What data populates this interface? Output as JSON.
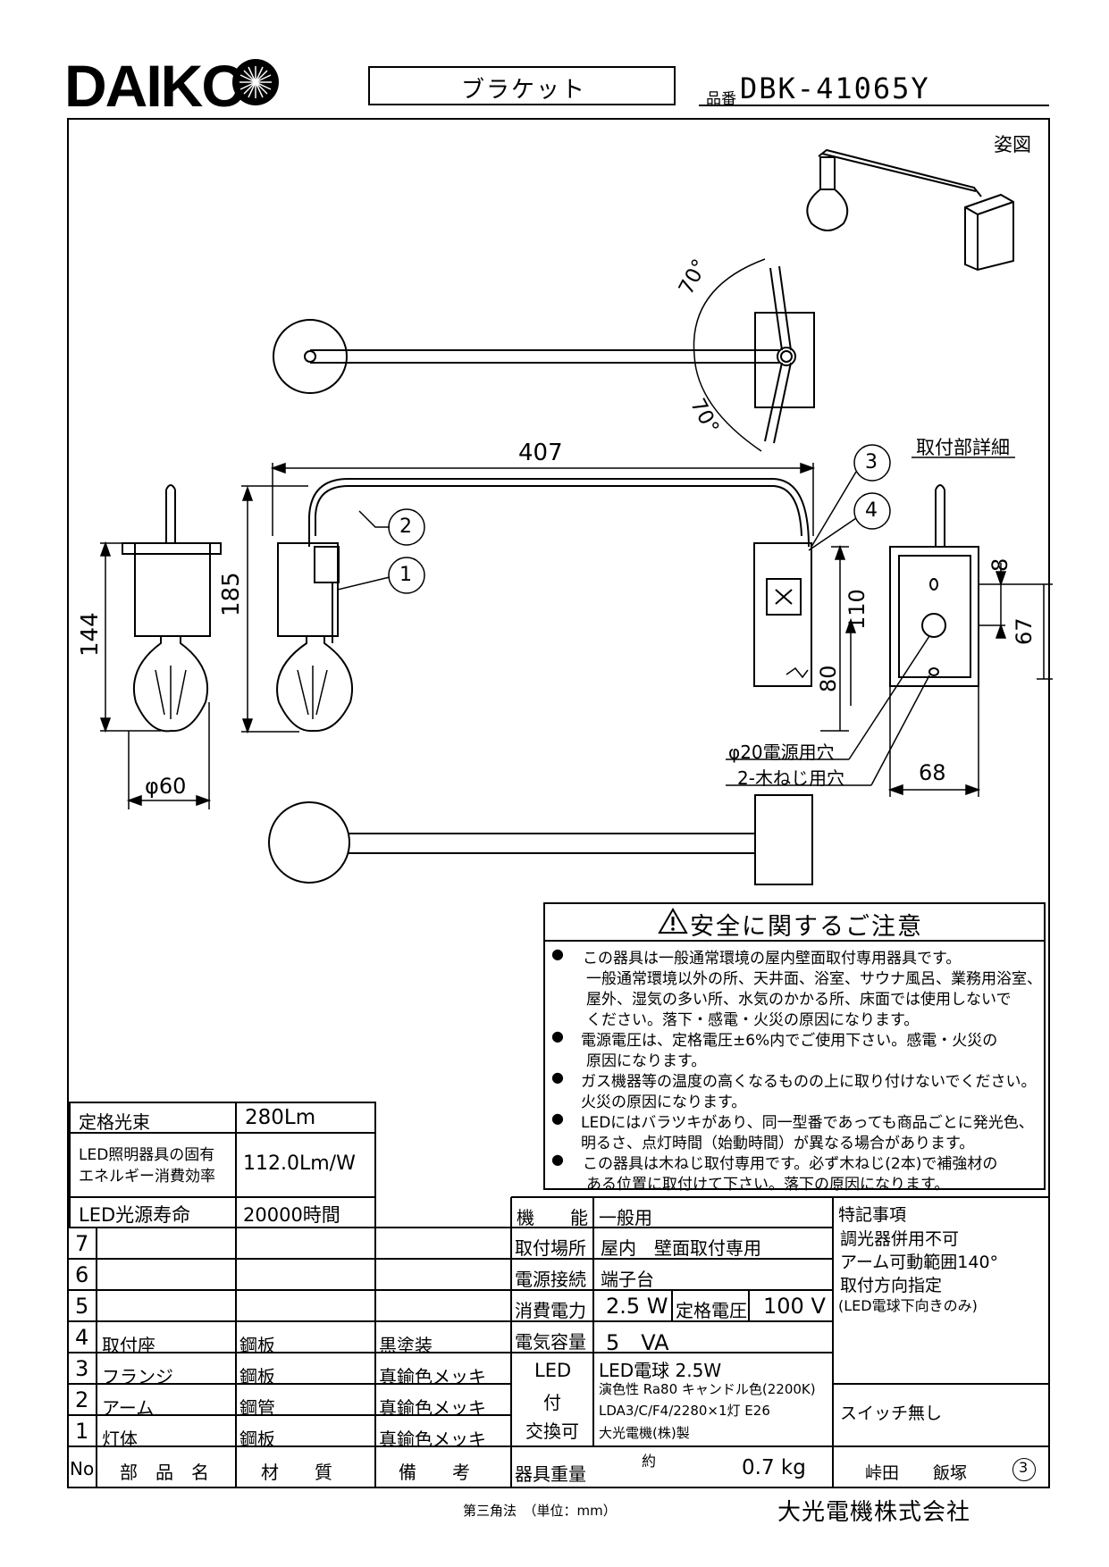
{
  "header": {
    "brand": "DAIKO",
    "category": "ブラケット",
    "model_label": "品番",
    "model_number": "DBK-41065Y"
  },
  "drawing": {
    "perspective_label": "姿図",
    "detail_label": "取付部詳細",
    "dims": {
      "width": "407",
      "height_185": "185",
      "height_144": "144",
      "diameter": "φ60",
      "angle_top": "70°",
      "angle_bottom": "70°",
      "box_110": "110",
      "box_80": "80",
      "side_8": "8",
      "side_67": "67",
      "side_68": "68"
    },
    "callouts": [
      "1",
      "2",
      "3",
      "4"
    ],
    "hole_labels": [
      "φ20電源用穴",
      "2-木ねじ用穴"
    ]
  },
  "safety": {
    "title": "安全に関するご注意",
    "items": [
      [
        "この器具は一般通常環境の屋内壁面取付専用器具です。",
        "一般通常環境以外の所、天井面、浴室、サウナ風呂、業務用浴室、",
        "屋外、湿気の多い所、水気のかかる所、床面では使用しないで",
        "ください。落下・感電・火災の原因になります。"
      ],
      [
        "電源電圧は、定格電圧±6%内でご使用下さい。感電・火災の",
        "原因になります。"
      ],
      [
        "ガス機器等の温度の高くなるものの上に取り付けないでください。",
        "火災の原因になります。"
      ],
      [
        "LEDにはバラツキがあり、同一型番であっても商品ごとに発光色、",
        "明るさ、点灯時間（始動時間）が異なる場合があります。"
      ],
      [
        "この器具は木ねじ取付専用です。必ず木ねじ(2本)で補強材の",
        "ある位置に取付けて下さい。落下の原因になります。"
      ]
    ]
  },
  "spec_small": {
    "rows": [
      {
        "label": "定格光束",
        "value": "280Lm"
      },
      {
        "label_line1": "LED照明器具の固有",
        "label_line2": "エネルギー消費効率",
        "value": "112.0Lm/W"
      },
      {
        "label": "LED光源寿命",
        "value": "20000時間"
      }
    ]
  },
  "parts": {
    "header": {
      "no": "No.",
      "name": "部　品　名",
      "material": "材　　質",
      "note": "備　　考"
    },
    "rows": [
      {
        "no": "7",
        "name": "",
        "material": "",
        "note": ""
      },
      {
        "no": "6",
        "name": "",
        "material": "",
        "note": ""
      },
      {
        "no": "5",
        "name": "",
        "material": "",
        "note": ""
      },
      {
        "no": "4",
        "name": "取付座",
        "material": "鋼板",
        "note": "黒塗装"
      },
      {
        "no": "3",
        "name": "フランジ",
        "material": "鋼板",
        "note": "真鍮色メッキ"
      },
      {
        "no": "2",
        "name": "アーム",
        "material": "鋼管",
        "note": "真鍮色メッキ"
      },
      {
        "no": "1",
        "name": "灯体",
        "material": "鋼板",
        "note": "真鍮色メッキ"
      }
    ]
  },
  "spec": {
    "function_label": "機　　能",
    "function_value": "一般用",
    "location_label": "取付場所",
    "location_value": "屋内　壁面取付専用",
    "connection_label": "電源接続",
    "connection_value": "端子台",
    "power_label": "消費電力",
    "power_value": "2.5 W",
    "voltage_label": "定格電圧",
    "voltage_value": "100 V",
    "capacity_label": "電気容量",
    "capacity_value": "5　VA",
    "led_label": [
      "LED",
      "付",
      "交換可"
    ],
    "led_value": [
      "LED電球 2.5W",
      "演色性 Ra80 キャンドル色(2200K)",
      "LDA3/C/F4/2280×1灯 E26",
      "大光電機(株)製"
    ],
    "weight_label": "器具重量",
    "weight_approx": "約",
    "weight_value": "0.7 kg"
  },
  "notes": {
    "title": "特記事項",
    "lines": [
      "調光器併用不可",
      "アーム可動範囲140°",
      "取付方向指定",
      "(LED電球下向きのみ)"
    ],
    "switch": "スイッチ無し",
    "signatures": "峠田　　飯塚",
    "revision": "3"
  },
  "footer": {
    "projection": "第三角法　（単位：mm）",
    "company": "大光電機株式会社"
  }
}
